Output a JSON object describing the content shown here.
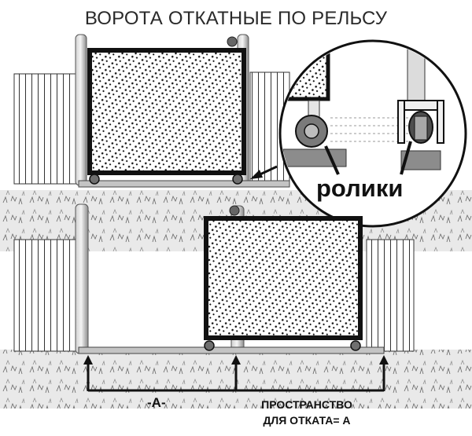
{
  "diagram": {
    "title": "ВОРОТА ОТКАТНЫЕ ПО РЕЛЬСУ",
    "rollers_label": "ролики",
    "a_label": "-А-",
    "space_label_line1": "ПРОСТРАНСТВО",
    "space_label_line2": "ДЛЯ ОТКАТА= А"
  },
  "colors": {
    "ink": "#111111",
    "post": "#9a9a9a",
    "rail": "#b8b8b8",
    "ground": "#e6e6e6",
    "roller": "#6f6f6f"
  }
}
